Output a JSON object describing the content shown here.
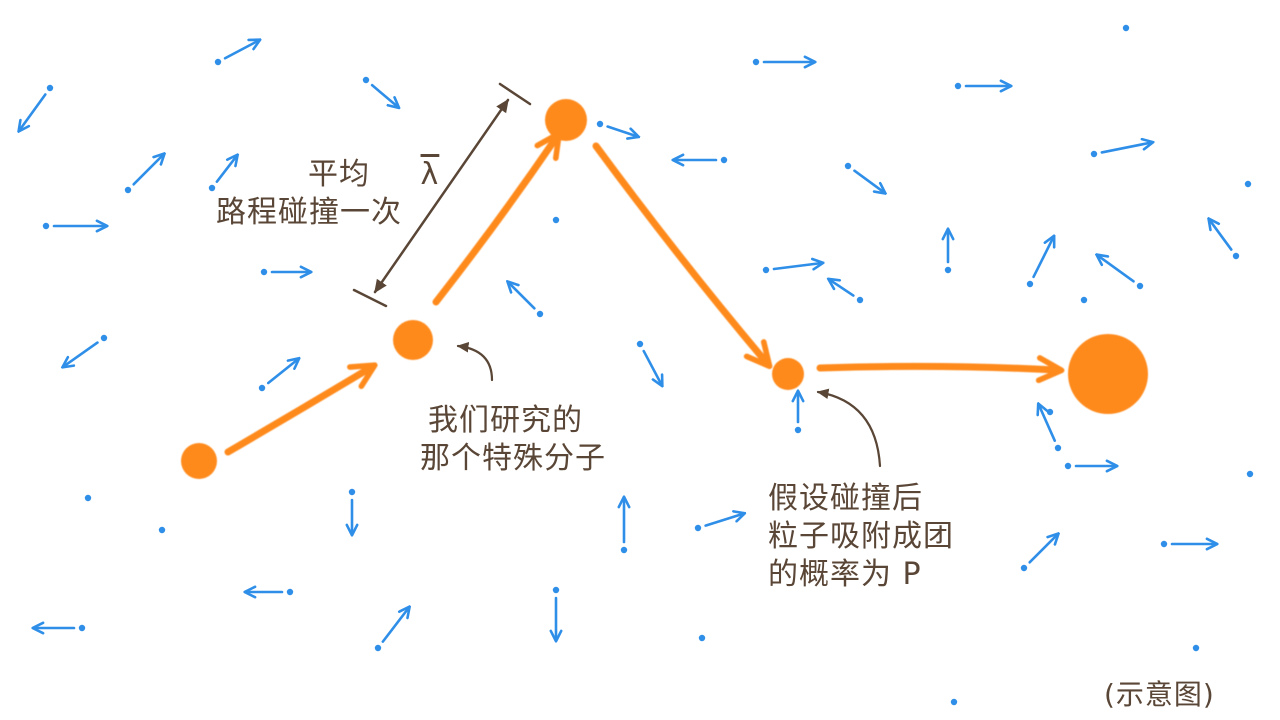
{
  "colors": {
    "particle": "#2f8fe8",
    "path": "#ff8a1e",
    "ink": "#5a4636"
  },
  "labels": {
    "free_path_line1": "平均",
    "free_path_symbol": "λ",
    "free_path_line2": "路程碰撞一次",
    "molecule_line1": "我们研究的",
    "molecule_line2": "那个特殊分子",
    "probability_line1": "假设碰撞后",
    "probability_line2": "粒子吸附成团",
    "probability_line3": "的概率为 P",
    "caption": "(示意图)"
  },
  "icons": {
    "particle_arrow": "arrow-icon",
    "pointer": "curved-arrow-icon"
  }
}
